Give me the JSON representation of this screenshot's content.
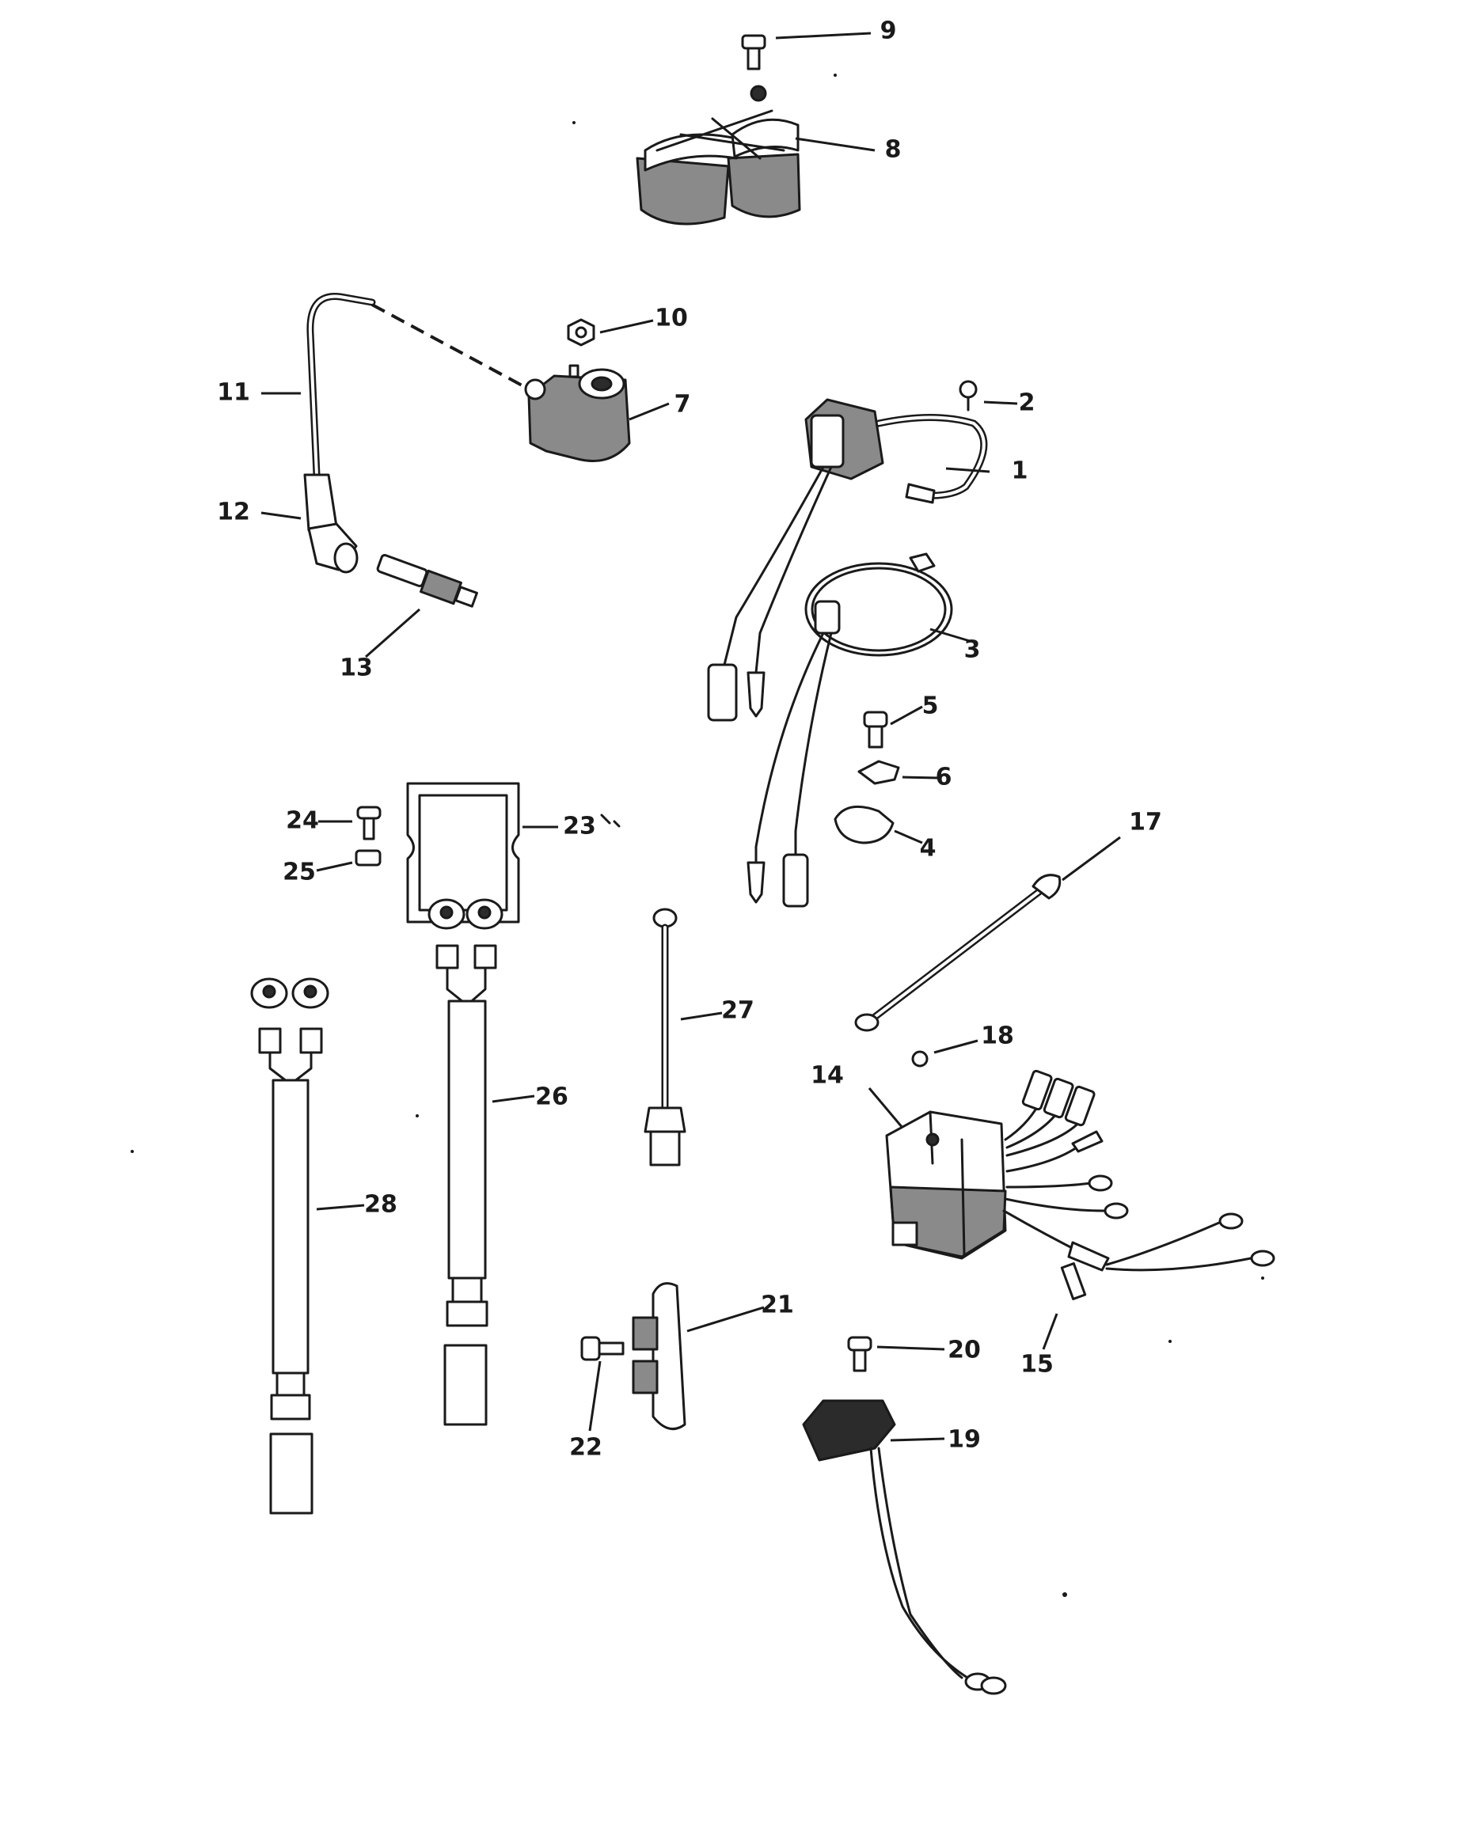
{
  "callouts": [
    {
      "id": "1",
      "label": "1"
    },
    {
      "id": "2",
      "label": "2"
    },
    {
      "id": "3",
      "label": "3"
    },
    {
      "id": "4",
      "label": "4"
    },
    {
      "id": "5",
      "label": "5"
    },
    {
      "id": "6",
      "label": "6"
    },
    {
      "id": "7",
      "label": "7"
    },
    {
      "id": "8",
      "label": "8"
    },
    {
      "id": "9",
      "label": "9"
    },
    {
      "id": "10",
      "label": "10"
    },
    {
      "id": "11",
      "label": "11"
    },
    {
      "id": "12",
      "label": "12"
    },
    {
      "id": "13",
      "label": "13"
    },
    {
      "id": "14",
      "label": "14"
    },
    {
      "id": "15",
      "label": "15"
    },
    {
      "id": "17",
      "label": "17"
    },
    {
      "id": "18",
      "label": "18"
    },
    {
      "id": "19",
      "label": "19"
    },
    {
      "id": "20",
      "label": "20"
    },
    {
      "id": "21",
      "label": "21"
    },
    {
      "id": "22",
      "label": "22"
    },
    {
      "id": "23",
      "label": "23"
    },
    {
      "id": "24",
      "label": "24"
    },
    {
      "id": "25",
      "label": "25"
    },
    {
      "id": "26",
      "label": "26"
    },
    {
      "id": "27",
      "label": "27"
    },
    {
      "id": "28",
      "label": "28"
    }
  ]
}
